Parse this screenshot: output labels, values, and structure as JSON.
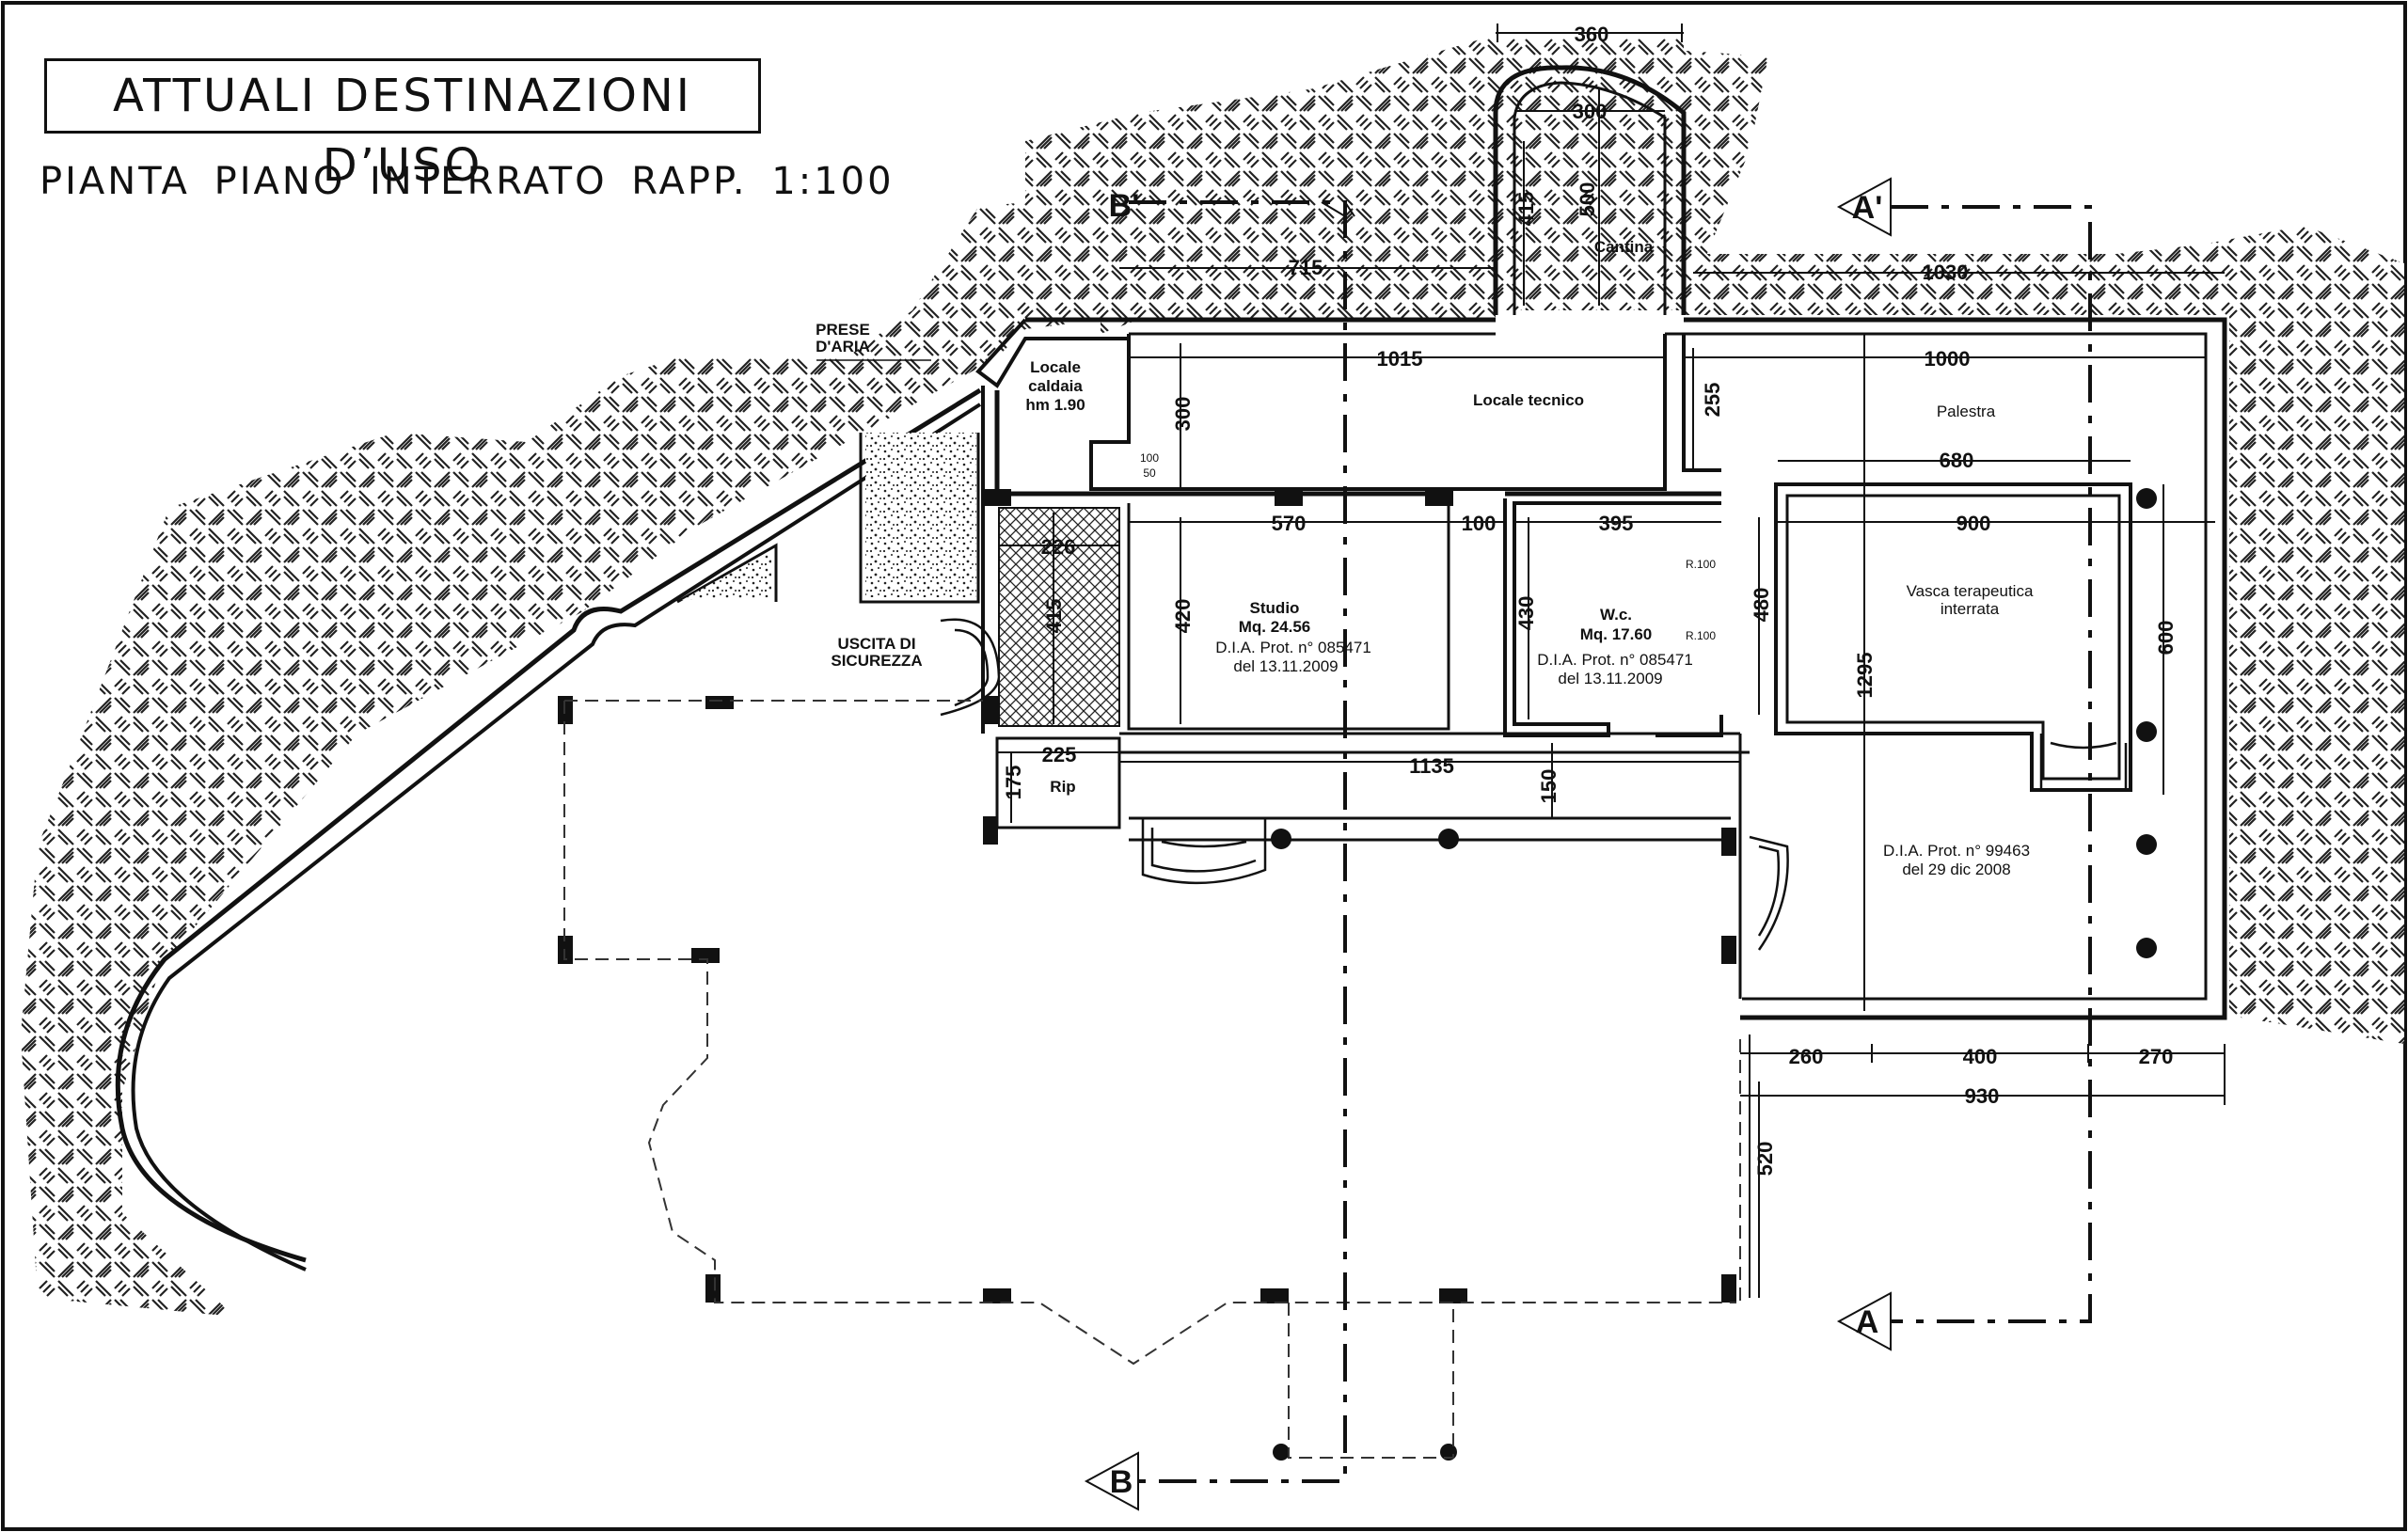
{
  "header": {
    "title": "ATTUALI  DESTINAZIONI  D’USO",
    "subtitle": "PIANTA PIANO INTERRATO   RAPP. 1:100"
  },
  "rooms": {
    "cantina": "Cantina",
    "locale_caldaia_1": "Locale",
    "locale_caldaia_2": "caldaia",
    "locale_caldaia_3": "hm 1.90",
    "locale_tecnico": "Locale tecnico",
    "palestra": "Palestra",
    "studio_1": "Studio",
    "studio_2": "Mq. 24.56",
    "studio_3": "D.I.A. Prot. n° 085471",
    "studio_4": "del 13.11.2009",
    "wc_1": "W.c.",
    "wc_2": "Mq. 17.60",
    "wc_3": "D.I.A. Prot. n° 085471",
    "wc_4": "del 13.11.2009",
    "vasca_1": "Vasca terapeutica",
    "vasca_2": "interrata",
    "palestra_dia_1": "D.I.A. Prot. n° 99463",
    "palestra_dia_2": "del 29 dic 2008",
    "rip": "Rip",
    "prese_1": "PRESE",
    "prese_2": "D'ARIA",
    "uscita_1": "USCITA DI",
    "uscita_2": "SICUREZZA"
  },
  "dimensions": {
    "d360": "360",
    "d300a": "300",
    "d415a": "415",
    "d500": "500",
    "d715": "715",
    "d1030": "1030",
    "d1015": "1015",
    "d1000": "1000",
    "d300b": "300",
    "d255": "255",
    "d100_50a": "100",
    "d100_50b": "50",
    "d680": "680",
    "d570": "570",
    "d100": "100",
    "d395": "395",
    "d900": "900",
    "d226": "226",
    "d415b": "415",
    "d420": "420",
    "d430": "430",
    "d480": "480",
    "d600": "600",
    "d1295": "1295",
    "d225": "225",
    "d175": "175",
    "d1135": "1135",
    "d150": "150",
    "d260": "260",
    "d400": "400",
    "d270": "270",
    "d930": "930",
    "d520": "520",
    "r100a": "R.100",
    "r100b": "R.100"
  },
  "sections": {
    "a_top": "A'",
    "a_bottom": "A",
    "b_top": "B'",
    "b_bottom": "B"
  }
}
